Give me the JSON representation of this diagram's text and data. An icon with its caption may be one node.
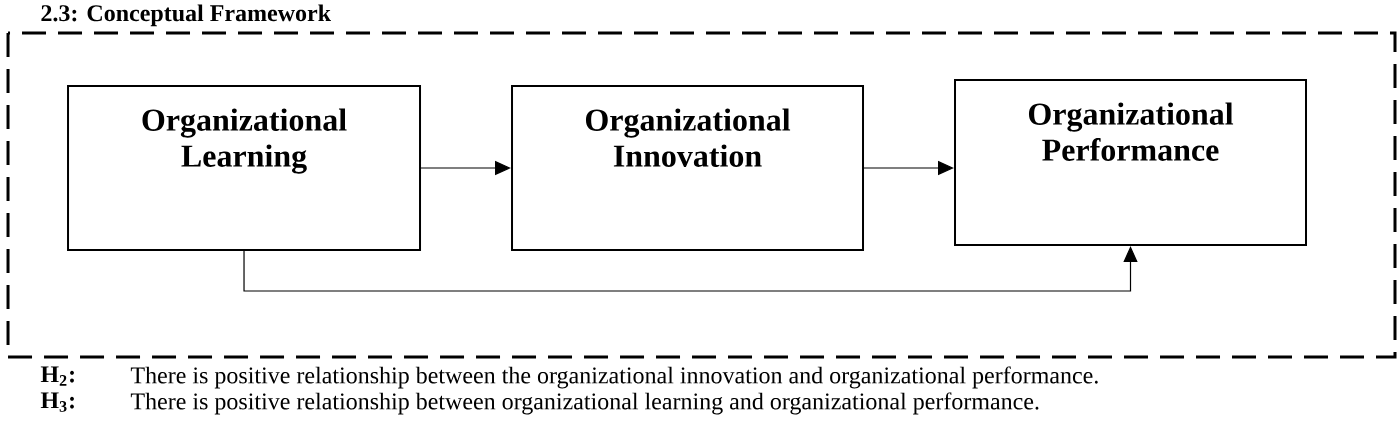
{
  "diagram": {
    "title": "2.3: Conceptual Framework",
    "nodes": [
      {
        "text": [
          "Organizational Learning"
        ]
      },
      {
        "text": [
          "Organizational Innovation"
        ]
      },
      {
        "text": [
          "Organizational Performance"
        ]
      }
    ],
    "edges": [
      {
        "from": 0,
        "to": 1,
        "arrow": "to"
      },
      {
        "from": 1,
        "to": 2,
        "arrow": "to"
      },
      {
        "from": 0,
        "to": 2,
        "arrow": "to"
      }
    ],
    "labels": [
      "H$_{2}$:",
      "There is positive relationship between the organizational innovation and organizational performance.",
      "H$_{3}$:",
      "There is positive relationship between organizational learning and organizational performance."
    ]
  }
}
